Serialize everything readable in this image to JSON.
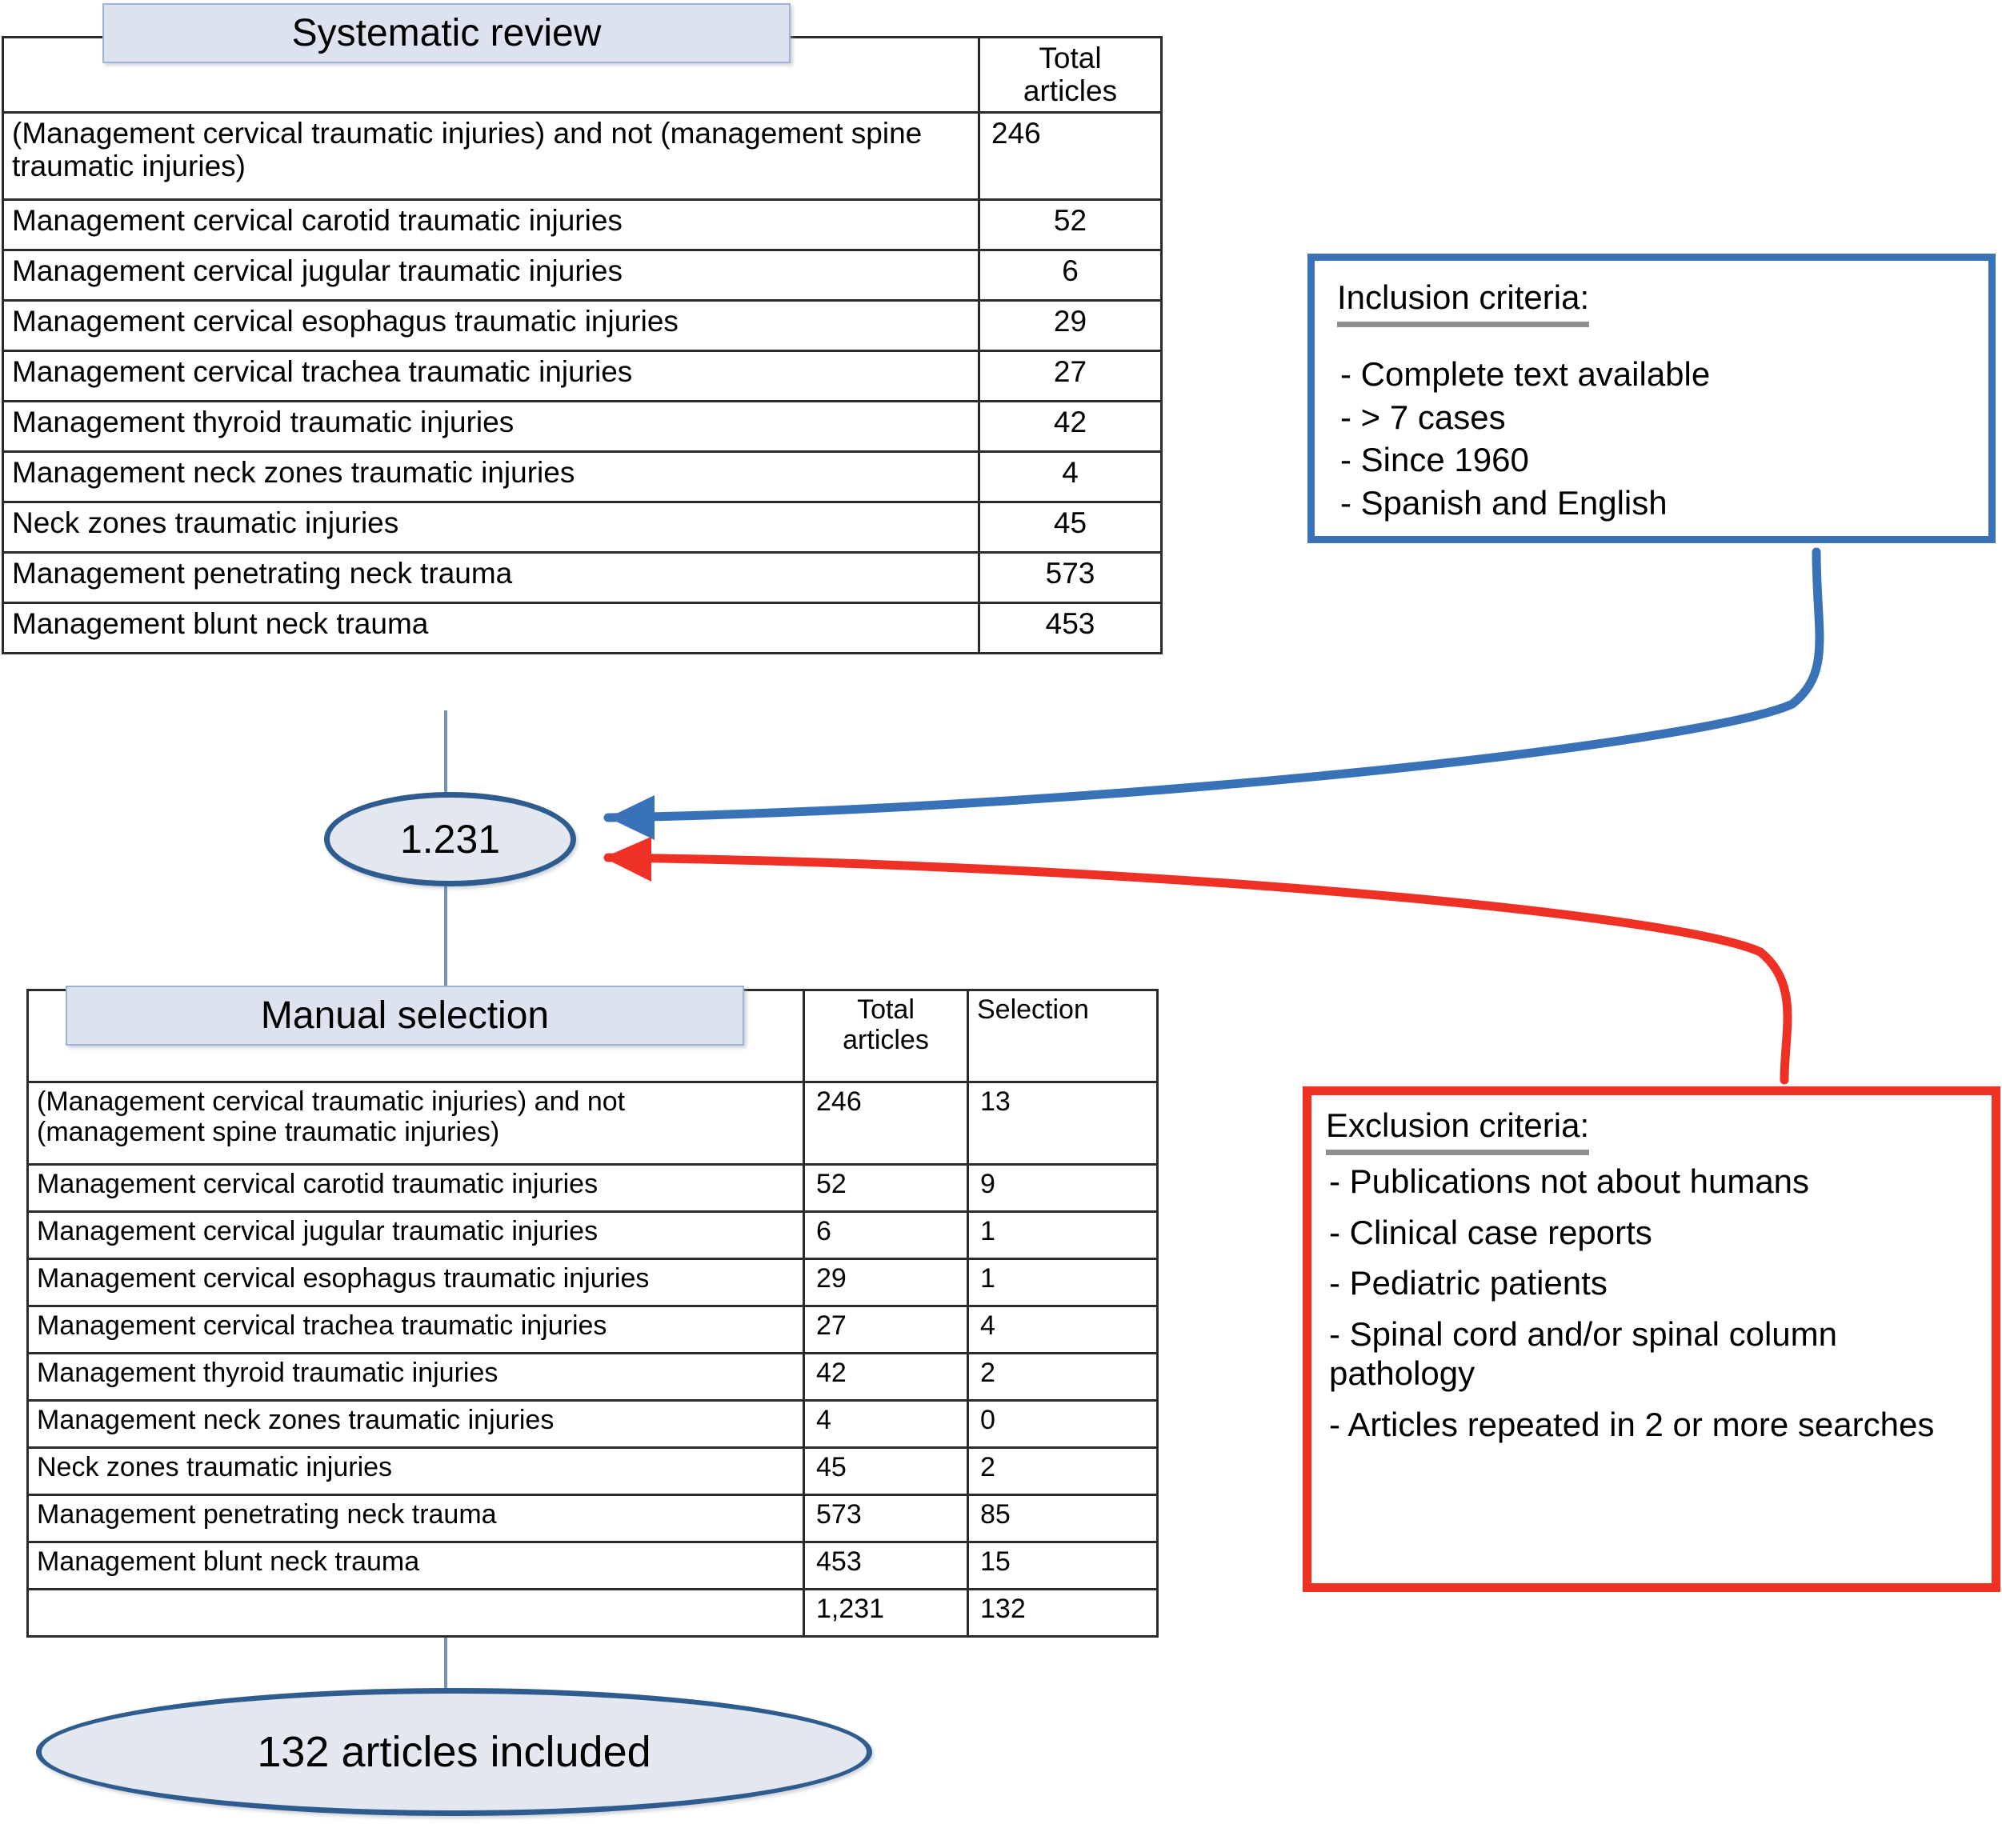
{
  "diagram": {
    "title": "Systematic review selection flowchart",
    "colors": {
      "banner_fill": "#dce3ef",
      "banner_border": "#9fb4d4",
      "inclusion_border": "#3a72b8",
      "exclusion_border": "#ee3124",
      "ellipse_fill": "#e3e8f0",
      "ellipse_border": "#2f5c8f",
      "connector": "#6f94bd",
      "table_border": "#2b2b2b"
    }
  },
  "systematic": {
    "banner_label": "Systematic review",
    "headers": [
      "",
      "Total articles"
    ],
    "header_total_line1": "Total",
    "header_total_line2": "articles",
    "rows": [
      {
        "query": "(Management cervical traumatic injuries) and not (management spine traumatic injuries)",
        "total": "246"
      },
      {
        "query": "Management cervical carotid traumatic injuries",
        "total": "52"
      },
      {
        "query": "Management cervical jugular traumatic injuries",
        "total": "6"
      },
      {
        "query": "Management cervical esophagus traumatic injuries",
        "total": "29"
      },
      {
        "query": "Management cervical trachea traumatic injuries",
        "total": "27"
      },
      {
        "query": "Management thyroid traumatic injuries",
        "total": "42"
      },
      {
        "query": "Management neck zones traumatic injuries",
        "total": "4"
      },
      {
        "query": "Neck zones traumatic injuries",
        "total": "45"
      },
      {
        "query": "Management penetrating neck trauma",
        "total": "573"
      },
      {
        "query": "Management blunt neck trauma",
        "total": "453"
      }
    ]
  },
  "manual": {
    "banner_label": "Manual selection",
    "header_total_line1": "Total",
    "header_total_line2": "articles",
    "header_selection": "Selection",
    "rows": [
      {
        "query": "(Management cervical traumatic injuries) and not (management spine traumatic injuries)",
        "total": "246",
        "selection": "13"
      },
      {
        "query": "Management cervical carotid traumatic injuries",
        "total": "52",
        "selection": "9"
      },
      {
        "query": "Management cervical jugular traumatic injuries",
        "total": "6",
        "selection": "1"
      },
      {
        "query": "Management cervical esophagus traumatic injuries",
        "total": "29",
        "selection": "1"
      },
      {
        "query": "Management cervical trachea traumatic injuries",
        "total": "27",
        "selection": "4"
      },
      {
        "query": "Management thyroid traumatic injuries",
        "total": "42",
        "selection": "2"
      },
      {
        "query": "Management neck zones traumatic injuries",
        "total": "4",
        "selection": "0"
      },
      {
        "query": "Neck zones traumatic injuries",
        "total": "45",
        "selection": "2"
      },
      {
        "query": "Management penetrating neck trauma",
        "total": "573",
        "selection": "85"
      },
      {
        "query": "Management blunt neck trauma",
        "total": "453",
        "selection": "15"
      }
    ],
    "totals": {
      "query": "",
      "total": "1,231",
      "selection": "132"
    }
  },
  "inclusion": {
    "title": "Inclusion criteria:",
    "items": [
      "- Complete text available",
      "- > 7 cases",
      "- Since 1960",
      "- Spanish and English"
    ]
  },
  "exclusion": {
    "title": "Exclusion criteria:",
    "items": [
      "- Publications not about humans",
      "- Clinical case reports",
      "- Pediatric patients",
      "- Spinal cord and/or spinal column pathology",
      "- Articles repeated in 2 or more searches"
    ]
  },
  "nodes": {
    "total_found": "1.231",
    "final": "132 articles included"
  }
}
